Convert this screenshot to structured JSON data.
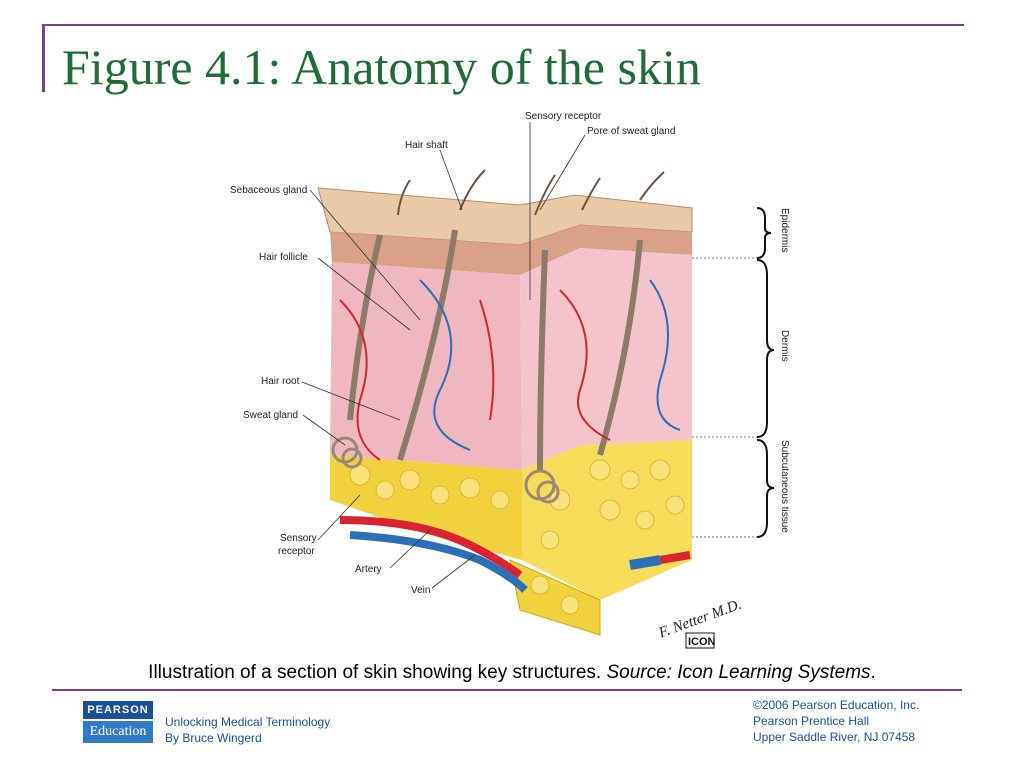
{
  "header": {
    "title": "Figure 4.1: Anatomy of the skin"
  },
  "labels": {
    "sensory_receptor_top": "Sensory receptor",
    "pore_of_sweat_gland": "Pore of sweat gland",
    "hair_shaft": "Hair shaft",
    "sebaceous_gland": "Sebaceous gland",
    "hair_follicle": "Hair follicle",
    "hair_root": "Hair root",
    "sweat_gland": "Sweat gland",
    "sensory_receptor_bottom_line1": "Sensory",
    "sensory_receptor_bottom_line2": "receptor",
    "artery": "Artery",
    "vein": "Vein"
  },
  "layers": {
    "epidermis": "Epidermis",
    "dermis": "Dermis",
    "subcutaneous": "Subcutaneous tissue"
  },
  "signature": "F. Netter M.D.",
  "copyright_logo": "ICON",
  "caption": {
    "text": "Illustration of a section of skin showing key structures.",
    "source": "Source: Icon Learning Systems",
    "end": "."
  },
  "footer": {
    "logo_top": "PEARSON",
    "logo_bottom": "Education",
    "book_title": "Unlocking Medical Terminology",
    "author": "By Bruce Wingerd",
    "copyright": "©2006 Pearson Education, Inc.",
    "publisher": "Pearson Prentice Hall",
    "location": "Upper Saddle River, NJ 07458"
  },
  "colors": {
    "accent": "#7b3f8c",
    "title": "#1f6b3a",
    "footer_text": "#1a4f9c",
    "epidermis": "#e8c9a8",
    "dermis": "#efb7c0",
    "fat": "#f2d23c",
    "artery": "#d9232f",
    "vein": "#2b6fb8"
  }
}
